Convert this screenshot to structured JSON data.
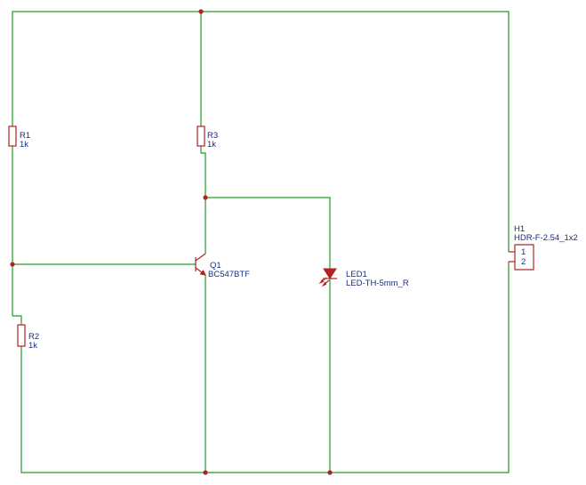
{
  "components": {
    "r1": {
      "ref": "R1",
      "value": "1k"
    },
    "r2": {
      "ref": "R2",
      "value": "1k"
    },
    "r3": {
      "ref": "R3",
      "value": "1k"
    },
    "q1": {
      "ref": "Q1",
      "value": "BC547BTF"
    },
    "led1": {
      "ref": "LED1",
      "value": "LED-TH-5mm_R"
    },
    "h1": {
      "ref": "H1",
      "value": "HDR-F-2.54_1x2",
      "pins": [
        "1",
        "2"
      ]
    }
  },
  "colors": {
    "wire": "#1f9d1f",
    "component": "#b22222",
    "label": "#1a2d7a",
    "background": "#ffffff"
  }
}
